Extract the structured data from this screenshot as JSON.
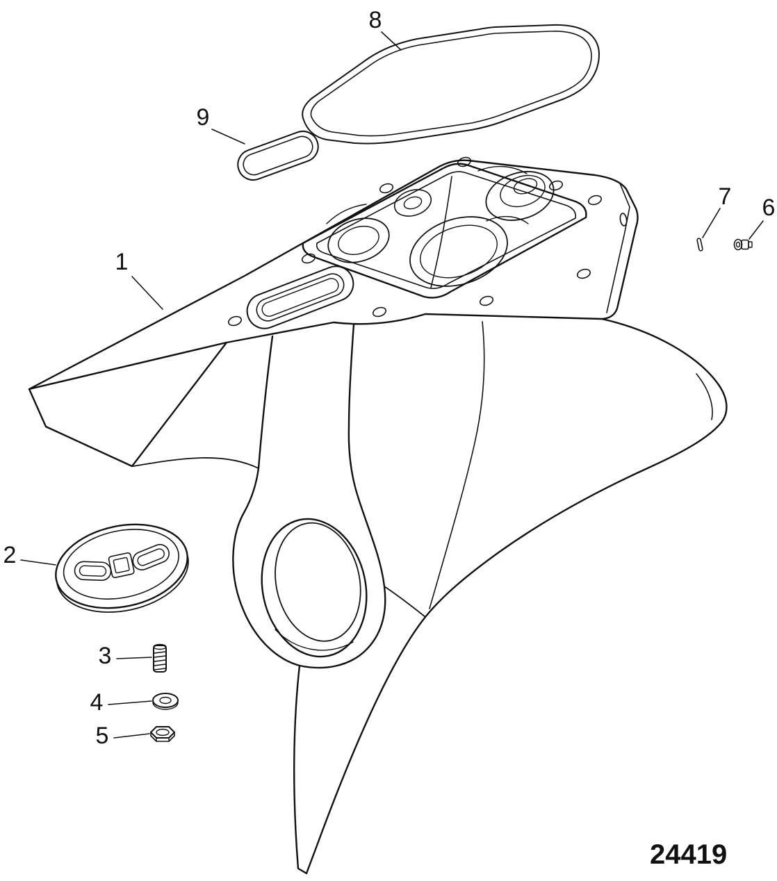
{
  "page": {
    "background": "#ffffff"
  },
  "diagram": {
    "type": "exploded-parts-line-drawing",
    "drawing_number": "24419",
    "ink_color": "#111111",
    "callouts": [
      {
        "label": "1"
      },
      {
        "label": "2"
      },
      {
        "label": "3"
      },
      {
        "label": "4"
      },
      {
        "label": "5"
      },
      {
        "label": "6"
      },
      {
        "label": "7"
      },
      {
        "label": "8"
      },
      {
        "label": "9"
      }
    ]
  }
}
